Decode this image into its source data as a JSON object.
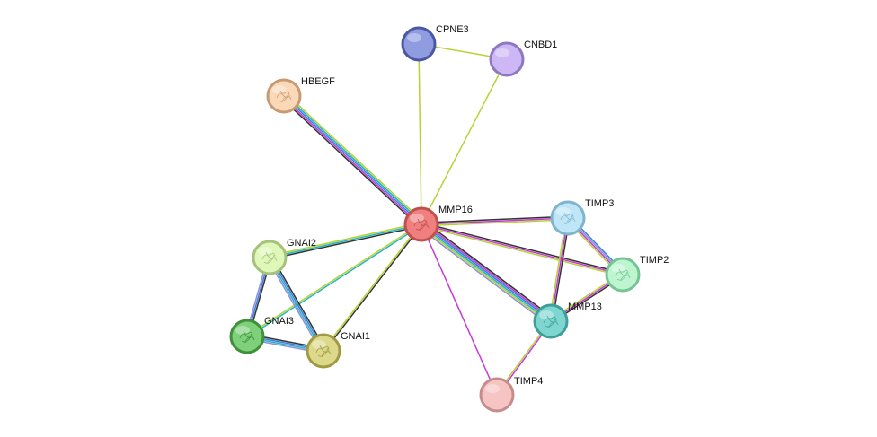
{
  "network": {
    "nodes": [
      {
        "id": "MMP16",
        "label": "MMP16",
        "fill": "#f08080",
        "stroke": "#c0504d",
        "has_structure": true
      },
      {
        "id": "CPNE3",
        "label": "CPNE3",
        "fill": "#8f9de0",
        "stroke": "#4a57a3",
        "has_structure": false
      },
      {
        "id": "CNBD1",
        "label": "CNBD1",
        "fill": "#cdb8f5",
        "stroke": "#8e78c2",
        "has_structure": false
      },
      {
        "id": "HBEGF",
        "label": "HBEGF",
        "fill": "#fbd9b8",
        "stroke": "#c79a73",
        "has_structure": true
      },
      {
        "id": "TIMP3",
        "label": "TIMP3",
        "fill": "#bfe6f7",
        "stroke": "#7fb4d0",
        "has_structure": true
      },
      {
        "id": "TIMP2",
        "label": "TIMP2",
        "fill": "#bdf5d0",
        "stroke": "#76c494",
        "has_structure": true
      },
      {
        "id": "MMP13",
        "label": "MMP13",
        "fill": "#7fd6d0",
        "stroke": "#3f9f98",
        "has_structure": true
      },
      {
        "id": "TIMP4",
        "label": "TIMP4",
        "fill": "#f7c4c4",
        "stroke": "#c58c8c",
        "has_structure": false
      },
      {
        "id": "GNAI2",
        "label": "GNAI2",
        "fill": "#dff7b8",
        "stroke": "#a5c27a",
        "has_structure": true
      },
      {
        "id": "GNAI3",
        "label": "GNAI3",
        "fill": "#7fd07a",
        "stroke": "#3f8f3b",
        "has_structure": true
      },
      {
        "id": "GNAI1",
        "label": "GNAI1",
        "fill": "#dcd98a",
        "stroke": "#a09a45",
        "has_structure": true
      }
    ],
    "edges": [
      {
        "source": "MMP16",
        "target": "CPNE3",
        "colors": [
          "#b5d334"
        ]
      },
      {
        "source": "MMP16",
        "target": "CNBD1",
        "colors": [
          "#b5d334"
        ]
      },
      {
        "source": "CPNE3",
        "target": "CNBD1",
        "colors": [
          "#b5d334"
        ]
      },
      {
        "source": "MMP16",
        "target": "HBEGF",
        "colors": [
          "#333333",
          "#c53ad6",
          "#3c7de0",
          "#23b5c7",
          "#b5d334"
        ]
      },
      {
        "source": "MMP16",
        "target": "TIMP3",
        "colors": [
          "#333333",
          "#c53ad6",
          "#b5d334"
        ]
      },
      {
        "source": "MMP16",
        "target": "TIMP2",
        "colors": [
          "#333333",
          "#c53ad6",
          "#b5d334"
        ]
      },
      {
        "source": "MMP16",
        "target": "MMP13",
        "colors": [
          "#333333",
          "#c53ad6",
          "#3c7de0",
          "#23b5c7",
          "#b5d334",
          "#8f8fd8"
        ]
      },
      {
        "source": "MMP16",
        "target": "TIMP4",
        "colors": [
          "#c53ad6"
        ]
      },
      {
        "source": "MMP16",
        "target": "GNAI2",
        "colors": [
          "#333333",
          "#23b5c7",
          "#b5d334"
        ]
      },
      {
        "source": "MMP16",
        "target": "GNAI3",
        "colors": [
          "#23b5c7",
          "#b5d334"
        ]
      },
      {
        "source": "MMP16",
        "target": "GNAI1",
        "colors": [
          "#333333",
          "#b5d334"
        ]
      },
      {
        "source": "TIMP3",
        "target": "TIMP2",
        "colors": [
          "#3c7de0",
          "#8f8fd8",
          "#c53ad6",
          "#b5d334"
        ]
      },
      {
        "source": "TIMP3",
        "target": "MMP13",
        "colors": [
          "#333333",
          "#c53ad6",
          "#b5d334"
        ]
      },
      {
        "source": "TIMP2",
        "target": "MMP13",
        "colors": [
          "#333333",
          "#c53ad6",
          "#b5d334"
        ]
      },
      {
        "source": "MMP13",
        "target": "TIMP4",
        "colors": [
          "#c53ad6",
          "#b5d334"
        ]
      },
      {
        "source": "GNAI2",
        "target": "GNAI3",
        "colors": [
          "#333333",
          "#3c7de0",
          "#8f8fd8"
        ]
      },
      {
        "source": "GNAI2",
        "target": "GNAI1",
        "colors": [
          "#333333",
          "#3c7de0",
          "#23b5c7",
          "#8f8fd8"
        ]
      },
      {
        "source": "GNAI3",
        "target": "GNAI1",
        "colors": [
          "#333333",
          "#3c7de0",
          "#23b5c7",
          "#8f8fd8"
        ]
      }
    ]
  }
}
